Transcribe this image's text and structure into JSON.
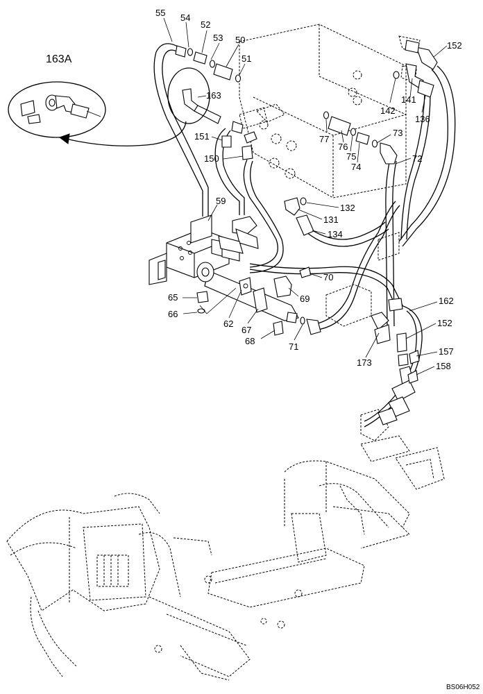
{
  "figure_code": "BS06H052",
  "detail": {
    "label": "163A"
  },
  "callouts": {
    "c55": "55",
    "c54": "54",
    "c52": "52",
    "c53": "53",
    "c50": "50",
    "c51": "51",
    "c163": "163",
    "c151": "151",
    "c150": "150",
    "c59": "59",
    "c77": "77",
    "c76": "76",
    "c75": "75",
    "c74": "74",
    "c73": "73",
    "c72": "72",
    "c132": "132",
    "c131": "131",
    "c134": "134",
    "c152a": "152",
    "c142": "142",
    "c141": "141",
    "c136": "136",
    "c70": "70",
    "c69": "69",
    "c65": "65",
    "c66": "66",
    "c62": "62",
    "c67": "67",
    "c68": "68",
    "c71": "71",
    "c162": "162",
    "c152b": "152",
    "c173": "173",
    "c157": "157",
    "c158": "158"
  }
}
